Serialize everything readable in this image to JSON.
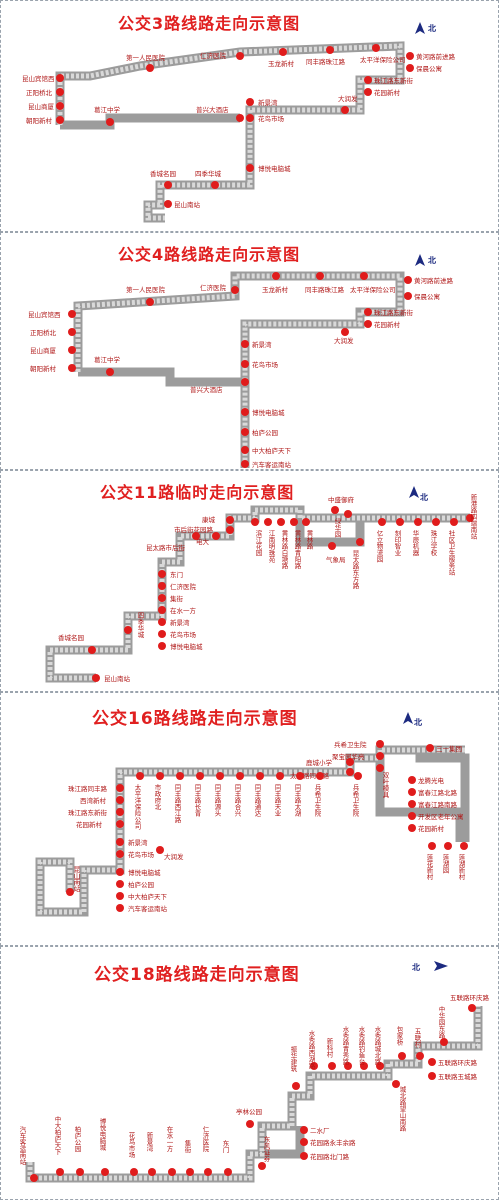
{
  "panels": [
    {
      "title": "公交3路线路走向示意图",
      "north": "北",
      "stops": [
        "第一人民医院",
        "仁济医院",
        "玉龙新村",
        "同丰路珠江路",
        "太平洋保险公司",
        "黄河路前进路",
        "保晨公寓",
        "昆山宾馆西",
        "正阳桥北",
        "昆山商厦",
        "朝阳新村",
        "葛江中学",
        "普兴大酒店",
        "珠江路东新街",
        "花园新村",
        "新景湾",
        "大润发",
        "花鸟市场",
        "博悦电脑城",
        "香城名园",
        "四季华城",
        "昆山南站"
      ]
    },
    {
      "title": "公交4路线路走向示意图",
      "north": "北",
      "stops": [
        "第一人民医院",
        "仁济医院",
        "玉龙新村",
        "同丰路珠江路",
        "太平洋保险公司",
        "黄河路前进路",
        "保晨公寓",
        "昆山宾馆西",
        "正阳桥北",
        "昆山商厦",
        "朝阳新村",
        "葛江中学",
        "珠江路东新街",
        "花园新村",
        "大润发",
        "新景湾",
        "花鸟市场",
        "普兴大酒店",
        "博悦电脑城",
        "柏庐公园",
        "中大柏庐天下",
        "汽车客运南站"
      ]
    },
    {
      "title": "公交11路临时走向示意图",
      "north": "北",
      "stops": [
        "康城",
        "市后街花园路",
        "电大",
        "昆太路市后街",
        "东门",
        "仁济医院",
        "集街",
        "在水一方",
        "新景湾",
        "花鸟市场",
        "博悦电脑城",
        "四季华城",
        "香城名园",
        "昆山南站",
        "滨江花园",
        "江南明珠苑",
        "黄林路白塘路",
        "黄林路青阳路",
        "黄林路",
        "中盛御府",
        "绿华园",
        "气象局",
        "昆太路东方路",
        "亿立物流园",
        "刻印智业",
        "华辰机器",
        "珠江学校",
        "社区卫生服务站",
        "新港路四端南站"
      ]
    },
    {
      "title": "公交16路线路走向示意图",
      "north": "北",
      "stops": [
        "兵希卫生院",
        "聚宝园华亮",
        "三一集团",
        "鹿城小学",
        "太湖路同丰路",
        "珠江路同丰路",
        "西湾新村",
        "珠江路东新街",
        "花园新村",
        "大润发",
        "新景湾",
        "花鸟市场",
        "博悦电脑城",
        "柏庐公园",
        "中大柏庐天下",
        "汽车客运南站",
        "昆山南站",
        "太平洋保险公司",
        "市政府北",
        "同丰路西江路",
        "同丰路长青",
        "同丰路源头",
        "同丰路合兴",
        "同丰路通达",
        "同丰路天业",
        "同丰路太湖",
        "兵希卫生院",
        "兵希卫生院",
        "双叶模具",
        "龙腾光电",
        "富春江路北路",
        "富春江路南路",
        "开发区老年公寓",
        "花园新村",
        "莲花新村",
        "莲湖园",
        "莲湖新村"
      ]
    },
    {
      "title": "公交18路线路走向示意图",
      "north": "北",
      "stops": [
        "汽车客运南站",
        "中大柏庐天下",
        "柏庐公园",
        "博悦电脑城",
        "花鸟市场",
        "新景湾",
        "在水一方",
        "集街",
        "仁济医院",
        "东门",
        "亭林公园",
        "东风证券",
        "二水厂",
        "花园路永丰余路",
        "花园路北门路",
        "振华建筑",
        "水秀路西湖路",
        "新科村",
        "水秀路青秀路",
        "水秀路钓鱼台",
        "水秀路城北路",
        "城北路望山南路",
        "包家桥",
        "五联村",
        "中华园东路",
        "五联路环庆路",
        "五联路玉城路",
        "五联路环庆路"
      ]
    }
  ]
}
